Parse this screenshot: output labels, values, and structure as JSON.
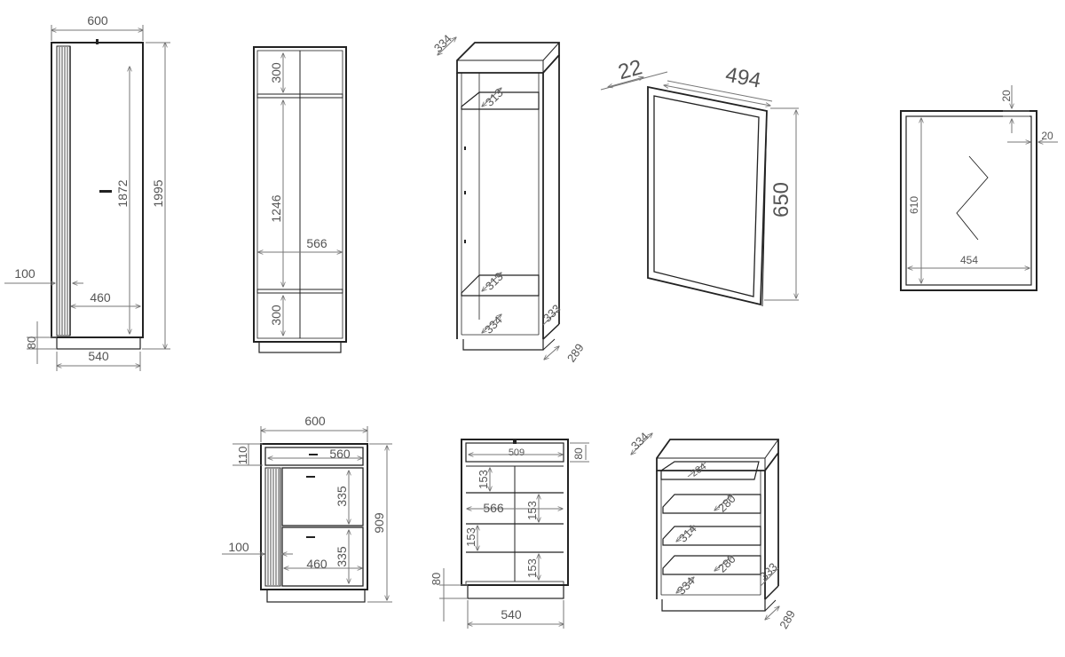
{
  "colors": {
    "line": "#222222",
    "dim": "#777777",
    "text": "#555555",
    "background": "#ffffff"
  },
  "wardrobe_front": {
    "width": "600",
    "height": "1995",
    "door_height": "1872",
    "side_panel": "100",
    "door_width": "460",
    "plinth": "80",
    "base_width": "540"
  },
  "wardrobe_open": {
    "top_compartment": "300",
    "middle_compartment": "1246",
    "inner_width": "566",
    "bottom_compartment": "300"
  },
  "wardrobe_iso": {
    "depth_top": "334",
    "shelf_upper": "313",
    "shelf_lower": "313",
    "depth_bottom": "334",
    "inner_depth": "333",
    "base_depth": "289"
  },
  "mirror_iso": {
    "thickness": "22",
    "width": "494",
    "height": "650"
  },
  "mirror_front": {
    "frame_top": "20",
    "frame_side": "20",
    "height": "610",
    "width": "454"
  },
  "cabinet_front": {
    "width": "600",
    "drawer_height": "110",
    "drawer_width": "560",
    "flap_upper": "335",
    "flap_lower": "335",
    "height": "909",
    "side_panel": "100",
    "flap_width": "460"
  },
  "cabinet_open": {
    "drawer_inner": "509",
    "drawer_depth": "80",
    "shelf_a": "153",
    "shelf_b": "153",
    "shelf_c": "153",
    "shelf_d": "153",
    "inner_width": "566",
    "plinth": "80",
    "base_width": "540"
  },
  "cabinet_iso": {
    "depth_top": "334",
    "drawer_depth": "284",
    "shelf_1": "280",
    "shelf_2": "314",
    "shelf_3": "280",
    "depth_bottom": "334",
    "inner_depth": "333",
    "base_depth": "289"
  }
}
